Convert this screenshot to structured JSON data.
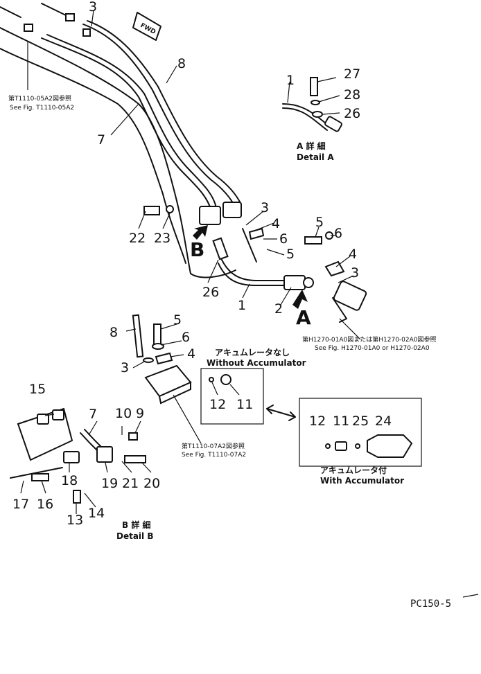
{
  "callouts": {
    "p1a": "1",
    "p1b": "1",
    "p2": "2",
    "p3a": "3",
    "p3b": "3",
    "p3c": "3",
    "p3d": "3",
    "p4a": "4",
    "p4b": "4",
    "p4c": "4",
    "p5a": "5",
    "p5b": "5",
    "p5c": "5",
    "p6a": "6",
    "p6b": "6",
    "p6c": "6",
    "p7a": "7",
    "p7b": "7",
    "p8a": "8",
    "p8b": "8",
    "p9": "9",
    "p10": "10",
    "p11a": "11",
    "p11b": "11",
    "p12a": "12",
    "p12b": "12",
    "p13": "13",
    "p14": "14",
    "p15": "15",
    "p16": "16",
    "p17": "17",
    "p18": "18",
    "p19": "19",
    "p20": "20",
    "p21": "21",
    "p22": "22",
    "p23": "23",
    "p24": "24",
    "p25": "25",
    "p26a": "26",
    "p26b": "26",
    "p27": "27",
    "p28": "28"
  },
  "markers": {
    "a": "A",
    "b": "B",
    "fwd": "FWD"
  },
  "refs": {
    "r1_jp": "第T1110-05A2図参照",
    "r1_en": "See Fig. T1110-05A2",
    "r2_jp": "第H1270-01A0図または第H1270-02A0図参照",
    "r2_en": "See Fig. H1270-01A0 or H1270-02A0",
    "r3_jp": "第T1110-07A2図参照",
    "r3_en": "See Fig. T1110-07A2"
  },
  "labels": {
    "detail_a_jp": "A 詳 細",
    "detail_a_en": "Detail A",
    "detail_b_jp": "B 詳 細",
    "detail_b_en": "Detail B",
    "without_jp": "アキュムレータなし",
    "without_en": "Without Accumulator",
    "with_jp": "アキュムレータ付",
    "with_en": "With Accumulator"
  },
  "model": "PC150-5"
}
